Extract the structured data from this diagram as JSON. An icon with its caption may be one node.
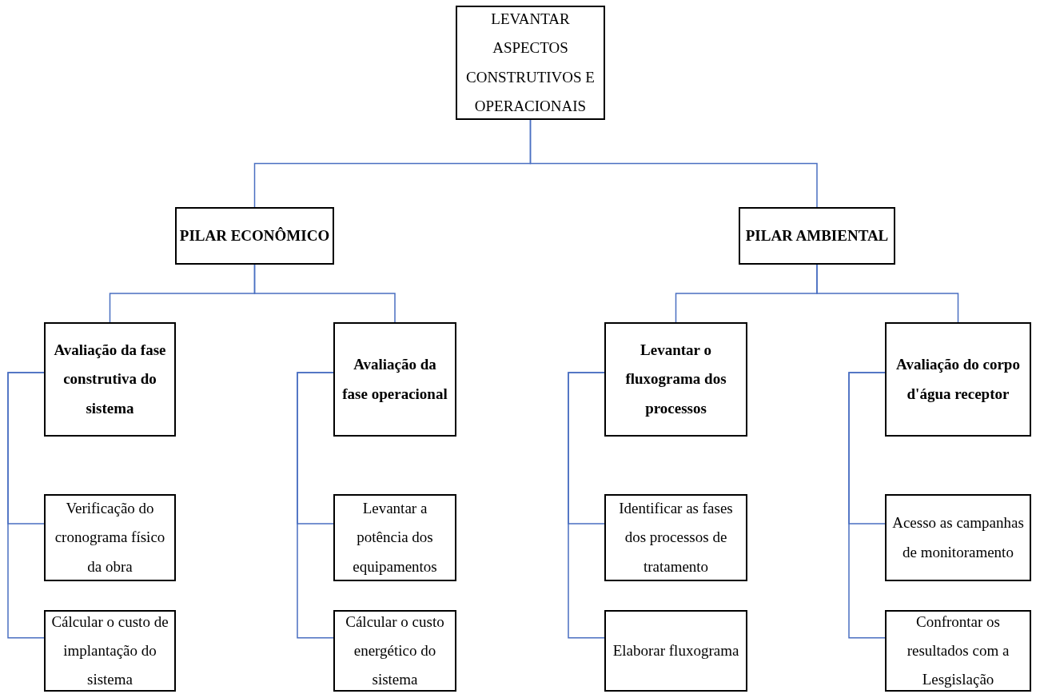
{
  "diagram": {
    "nodes": [
      {
        "text": [
          "LEVANTAR ASPECTOS CONSTRUTIVOS E OPERACIONAIS"
        ]
      },
      {
        "text": [
          "PILAR ECONÔMICO"
        ]
      },
      {
        "text": [
          "PILAR AMBIENTAL"
        ]
      },
      {
        "text": [
          "Avaliação da fase construtiva do sistema"
        ]
      },
      {
        "text": [
          "Avaliação da fase operacional"
        ]
      },
      {
        "text": [
          "Levantar o fluxograma dos processos"
        ]
      },
      {
        "text": [
          "Avaliação do corpo d'água receptor"
        ]
      },
      {
        "text": [
          "Verificação do cronograma físico da obra"
        ]
      },
      {
        "text": [
          "Cálcular o custo de implantação do sistema"
        ]
      },
      {
        "text": [
          "Levantar a potência dos equipamentos"
        ]
      },
      {
        "text": [
          "Cálcular o custo energético do sistema"
        ]
      },
      {
        "text": [
          "Identificar as fases dos processos de tratamento"
        ]
      },
      {
        "text": [
          "Elaborar fluxograma"
        ]
      },
      {
        "text": [
          "Acesso as campanhas de monitoramento"
        ]
      },
      {
        "text": [
          "Confrontar os resultados com a Lesgislação"
        ]
      }
    ],
    "edges": [
      {
        "from": 0,
        "to": 1,
        "arrow": "none"
      },
      {
        "from": 0,
        "to": 2,
        "arrow": "none"
      },
      {
        "from": 1,
        "to": 3,
        "arrow": "none"
      },
      {
        "from": 1,
        "to": 4,
        "arrow": "none"
      },
      {
        "from": 2,
        "to": 5,
        "arrow": "none"
      },
      {
        "from": 2,
        "to": 6,
        "arrow": "none"
      },
      {
        "from": 3,
        "to": 7,
        "arrow": "none"
      },
      {
        "from": 3,
        "to": 8,
        "arrow": "none"
      },
      {
        "from": 4,
        "to": 9,
        "arrow": "none"
      },
      {
        "from": 4,
        "to": 10,
        "arrow": "none"
      },
      {
        "from": 5,
        "to": 11,
        "arrow": "none"
      },
      {
        "from": 5,
        "to": 12,
        "arrow": "none"
      },
      {
        "from": 6,
        "to": 13,
        "arrow": "none"
      },
      {
        "from": 6,
        "to": 14,
        "arrow": "none"
      }
    ]
  }
}
